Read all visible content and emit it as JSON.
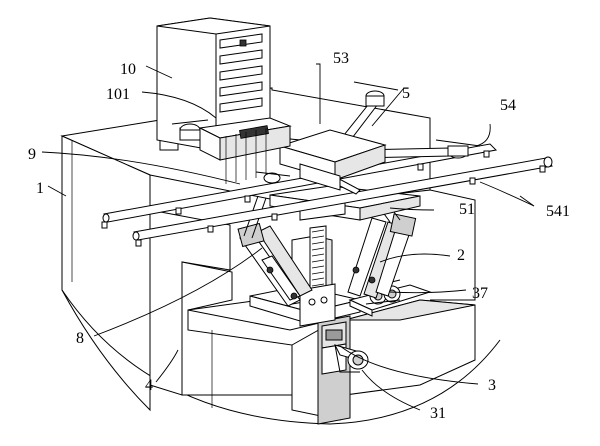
{
  "labels": {
    "l10": "10",
    "l101": "101",
    "l9": "9",
    "l1": "1",
    "l53": "53",
    "l5": "5",
    "l54": "54",
    "l541": "541",
    "l51": "51",
    "l2": "2",
    "l37": "37",
    "l8": "8",
    "l4": "4",
    "l3": "3",
    "l31": "31"
  }
}
